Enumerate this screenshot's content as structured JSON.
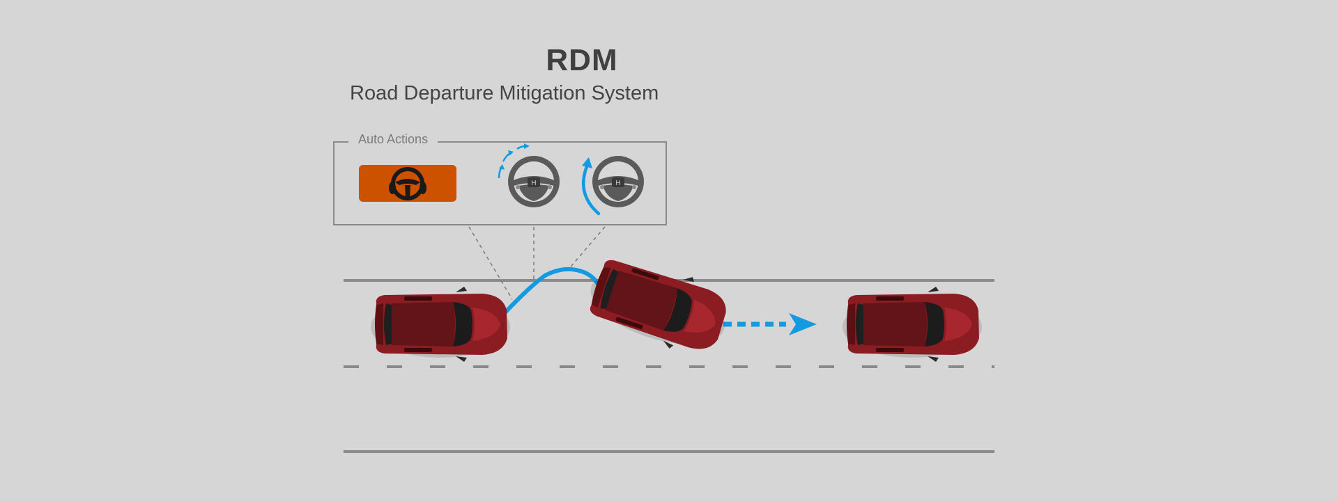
{
  "header": {
    "title": "RDM",
    "subtitle": "Road Departure Mitigation System"
  },
  "auto_actions": {
    "label": "Auto Actions",
    "items": [
      {
        "icon": "steering-wheel-vibration-icon"
      },
      {
        "icon": "steering-wheel-assist-icon"
      },
      {
        "icon": "steering-wheel-correction-icon"
      }
    ]
  },
  "colors": {
    "background": "#d6d6d6",
    "accent_blue": "#139ae0",
    "warning_orange": "#cc5200",
    "car_red": "#8b1c22",
    "lane_line": "#8a8a8a"
  }
}
